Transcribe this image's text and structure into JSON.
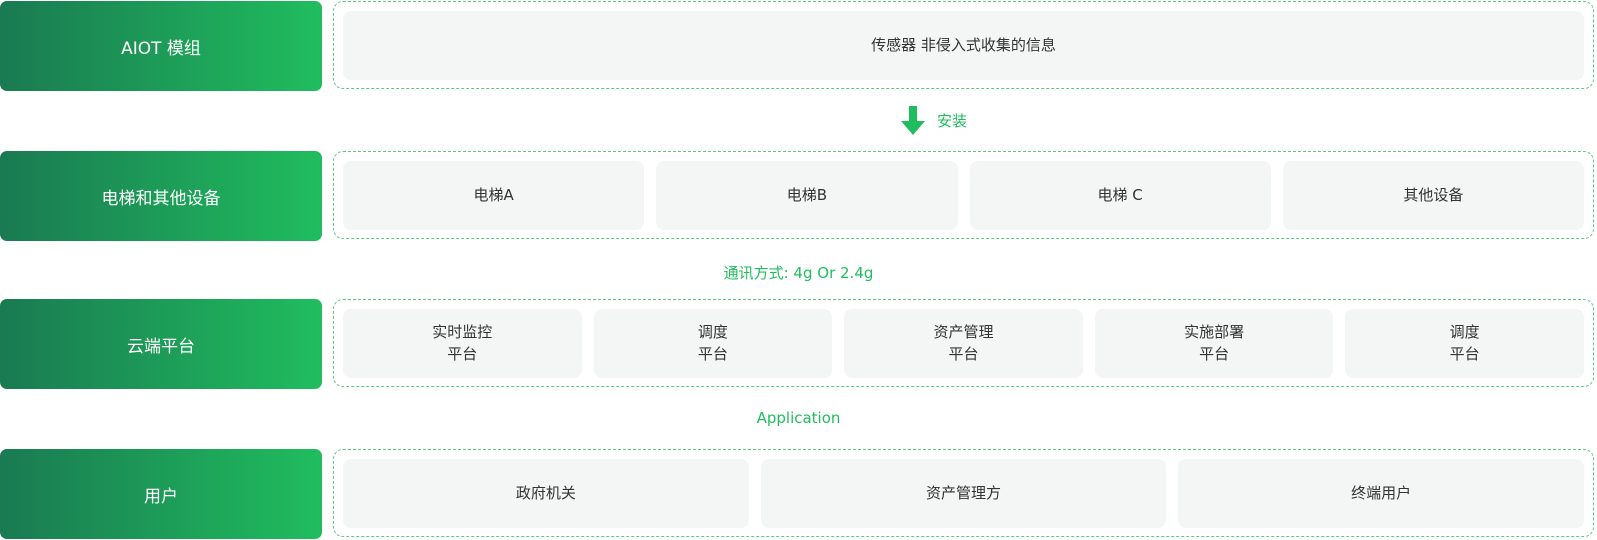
{
  "rows": [
    {
      "label": "AIOT 模组",
      "cells": [
        {
          "line1": "传感器 非侵入式收集的信息"
        }
      ]
    },
    {
      "label": "电梯和其他设备",
      "cells": [
        {
          "line1": "电梯A"
        },
        {
          "line1": "电梯B"
        },
        {
          "line1": "电梯 C"
        },
        {
          "line1": "其他设备"
        }
      ]
    },
    {
      "label": "云端平台",
      "cells": [
        {
          "line1": "实时监控",
          "line2": "平台"
        },
        {
          "line1": "调度",
          "line2": "平台"
        },
        {
          "line1": "资产管理",
          "line2": "平台"
        },
        {
          "line1": "实施部署",
          "line2": "平台"
        },
        {
          "line1": "调度",
          "line2": "平台"
        }
      ]
    },
    {
      "label": "用户",
      "cells": [
        {
          "line1": "政府机关"
        },
        {
          "line1": "资产管理方"
        },
        {
          "line1": "终端用户"
        }
      ]
    }
  ],
  "connectors": {
    "install": "安装",
    "communication": "通讯方式: 4g Or 2.4g",
    "application": "Application"
  },
  "colors": {
    "accent_green": "#20bd5e",
    "label_gradient_start": "#1a7a52",
    "label_gradient_end": "#20bd5e",
    "cell_bg": "#f3f6f5",
    "dashed_border": "#5cc98a"
  },
  "icons": {
    "install_arrow": "arrow-down-icon"
  }
}
